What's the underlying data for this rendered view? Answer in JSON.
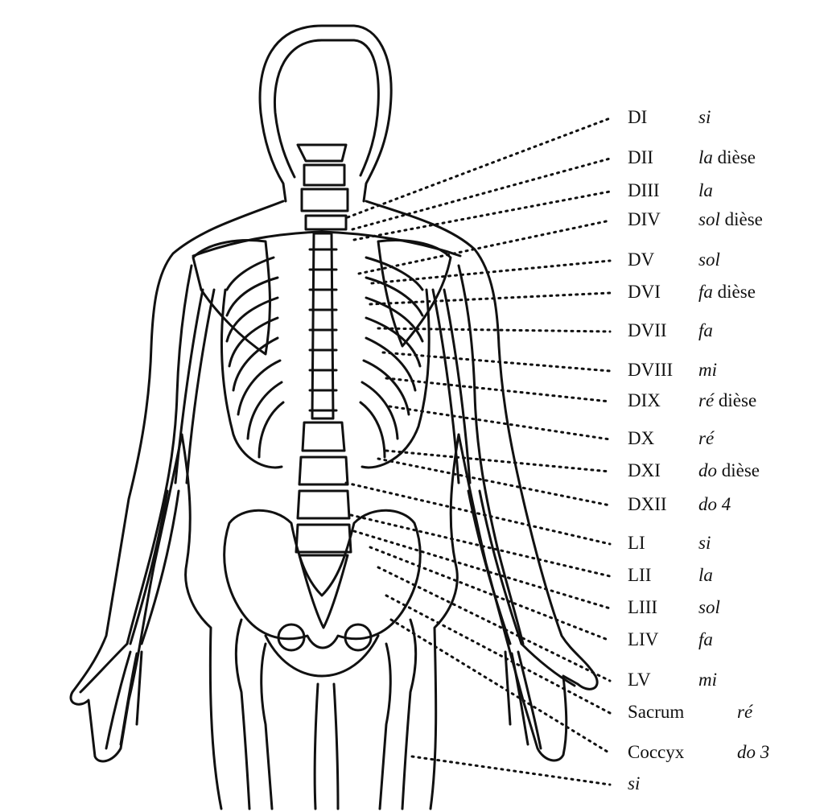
{
  "labels": [
    {
      "vertebra": "DI",
      "note": "si",
      "suffix": ""
    },
    {
      "vertebra": "DII",
      "note": "la",
      "suffix": " dièse"
    },
    {
      "vertebra": "DIII",
      "note": "la",
      "suffix": ""
    },
    {
      "vertebra": "DIV",
      "note": "sol",
      "suffix": " dièse"
    },
    {
      "vertebra": "DV",
      "note": "sol",
      "suffix": ""
    },
    {
      "vertebra": "DVI",
      "note": "fa",
      "suffix": " dièse"
    },
    {
      "vertebra": "DVII",
      "note": "fa",
      "suffix": ""
    },
    {
      "vertebra": "DVIII",
      "note": "mi",
      "suffix": ""
    },
    {
      "vertebra": "DIX",
      "note": "ré",
      "suffix": " dièse"
    },
    {
      "vertebra": "DX",
      "note": "ré",
      "suffix": ""
    },
    {
      "vertebra": "DXI",
      "note": "do",
      "suffix": " dièse"
    },
    {
      "vertebra": "DXII",
      "note": "do 4",
      "suffix": ""
    },
    {
      "vertebra": "LI",
      "note": "si",
      "suffix": ""
    },
    {
      "vertebra": "LII",
      "note": "la",
      "suffix": ""
    },
    {
      "vertebra": "LIII",
      "note": "sol",
      "suffix": ""
    },
    {
      "vertebra": "LIV",
      "note": "fa",
      "suffix": ""
    },
    {
      "vertebra": "LV",
      "note": "mi",
      "suffix": ""
    },
    {
      "vertebra": "Sacrum",
      "note": "ré",
      "suffix": ""
    },
    {
      "vertebra": "Coccyx",
      "note": "do 3",
      "suffix": ""
    },
    {
      "vertebra": "",
      "note": "si",
      "suffix": ""
    }
  ]
}
